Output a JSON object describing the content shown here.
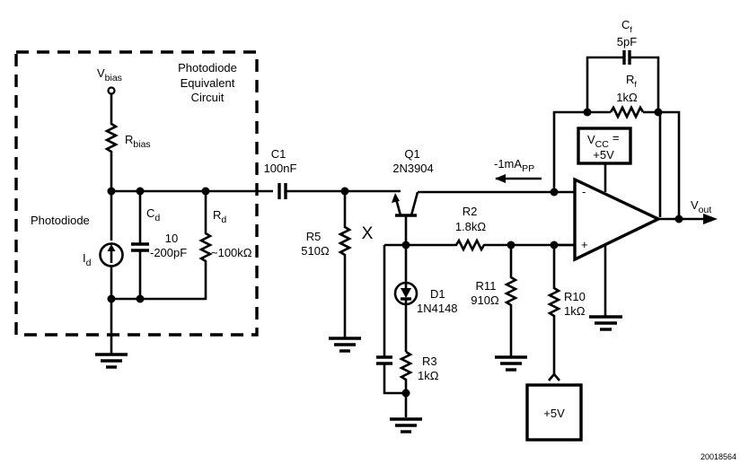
{
  "diagram": {
    "title": "Photodiode transimpedance amplifier circuit",
    "figure_id": "20018564",
    "equivalent_box_label": [
      "Photodiode",
      "Equivalent",
      "Circuit"
    ],
    "photodiode_label": "Photodiode",
    "node_x_label": "X",
    "current_annotation": {
      "main": "-1mA",
      "sub": "PP"
    },
    "components": {
      "vbias": {
        "main": "V",
        "sub": "bias"
      },
      "rbias": {
        "main": "R",
        "sub": "bias"
      },
      "id": {
        "main": "I",
        "sub": "d"
      },
      "cd": {
        "main": "C",
        "sub": "d",
        "value_line1": "10",
        "value_line2": "-200pF"
      },
      "rd": {
        "main": "R",
        "sub": "d",
        "value": "~100kΩ"
      },
      "c1": {
        "name": "C1",
        "value": "100nF"
      },
      "r5": {
        "name": "R5",
        "value": "510Ω"
      },
      "q1": {
        "name": "Q1",
        "value": "2N3904"
      },
      "r2": {
        "name": "R2",
        "value": "1.8kΩ"
      },
      "d1": {
        "name": "D1",
        "value": "1N4148"
      },
      "r3": {
        "name": "R3",
        "value": "1kΩ"
      },
      "r11": {
        "name": "R11",
        "value": "910Ω"
      },
      "r10": {
        "name": "R10",
        "value": "1kΩ"
      },
      "cf": {
        "main": "C",
        "sub": "f",
        "value": "5pF"
      },
      "rf": {
        "main": "R",
        "sub": "f",
        "value": "1kΩ"
      },
      "vcc": {
        "main": "V",
        "sub": "CC",
        "eq": "=",
        "value": "+5V"
      },
      "supply": {
        "value": "+5V"
      },
      "vout": {
        "main": "V",
        "sub": "out"
      },
      "opamp": {
        "minus": "-",
        "plus": "+"
      }
    }
  }
}
